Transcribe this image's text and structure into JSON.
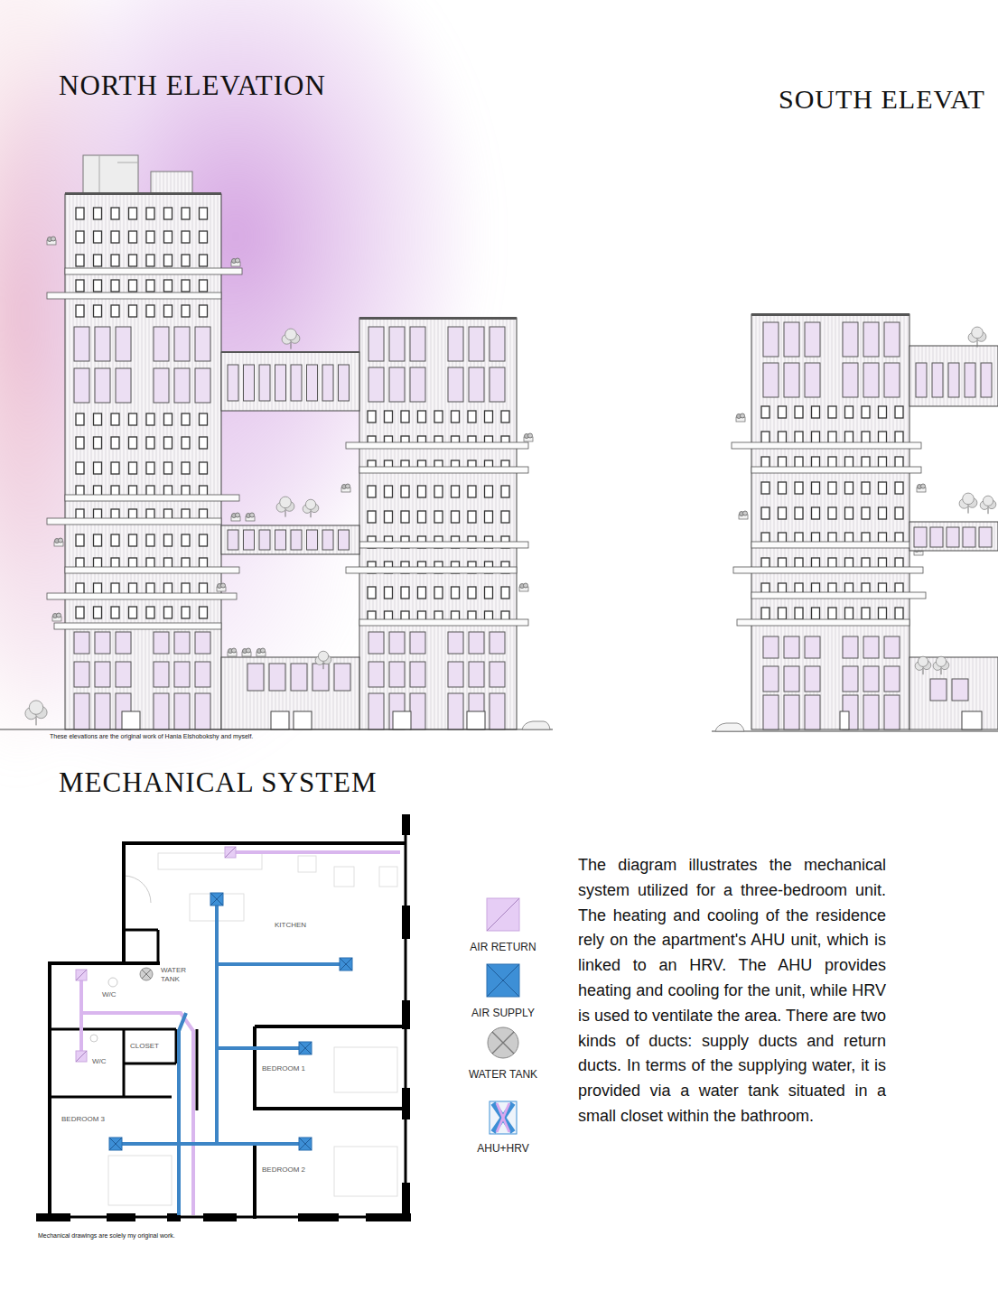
{
  "diagram": {
    "labels": [
      "NORTH ELEVATION",
      "SOUTH ELEVAT",
      "These elevations are the original work of Hania Elshobokshy and myself.",
      "MECHANICAL SYSTEM",
      "KITCHEN",
      "WATER TANK",
      "W/C",
      "CLOSET",
      "W/C",
      "BEDROOM 1",
      "BEDROOM 3",
      "BEDROOM 2",
      "The diagram illustrates the mechanical system utilized for a three-bedroom unit. The heating and cooling of the residence rely on the apartment's AHU unit, which is linked to an HRV. The AHU provides heating and cooling for the unit, while HRV is used to ventilate the area. There are two kinds of ducts: supply ducts and return ducts. In terms of the supplying water, it is provided via a water tank situated in a small closet within the bathroom.",
      "Mechanical drawings are solely my original work."
    ],
    "legend": [
      {
        "text": "AIR RETURN",
        "color": "#e6cdf5"
      },
      {
        "text": "AIR SUPPLY",
        "color": "#3d8fd6"
      },
      {
        "text": "WATER TANK"
      },
      {
        "text": "AHU+HRV"
      }
    ]
  }
}
